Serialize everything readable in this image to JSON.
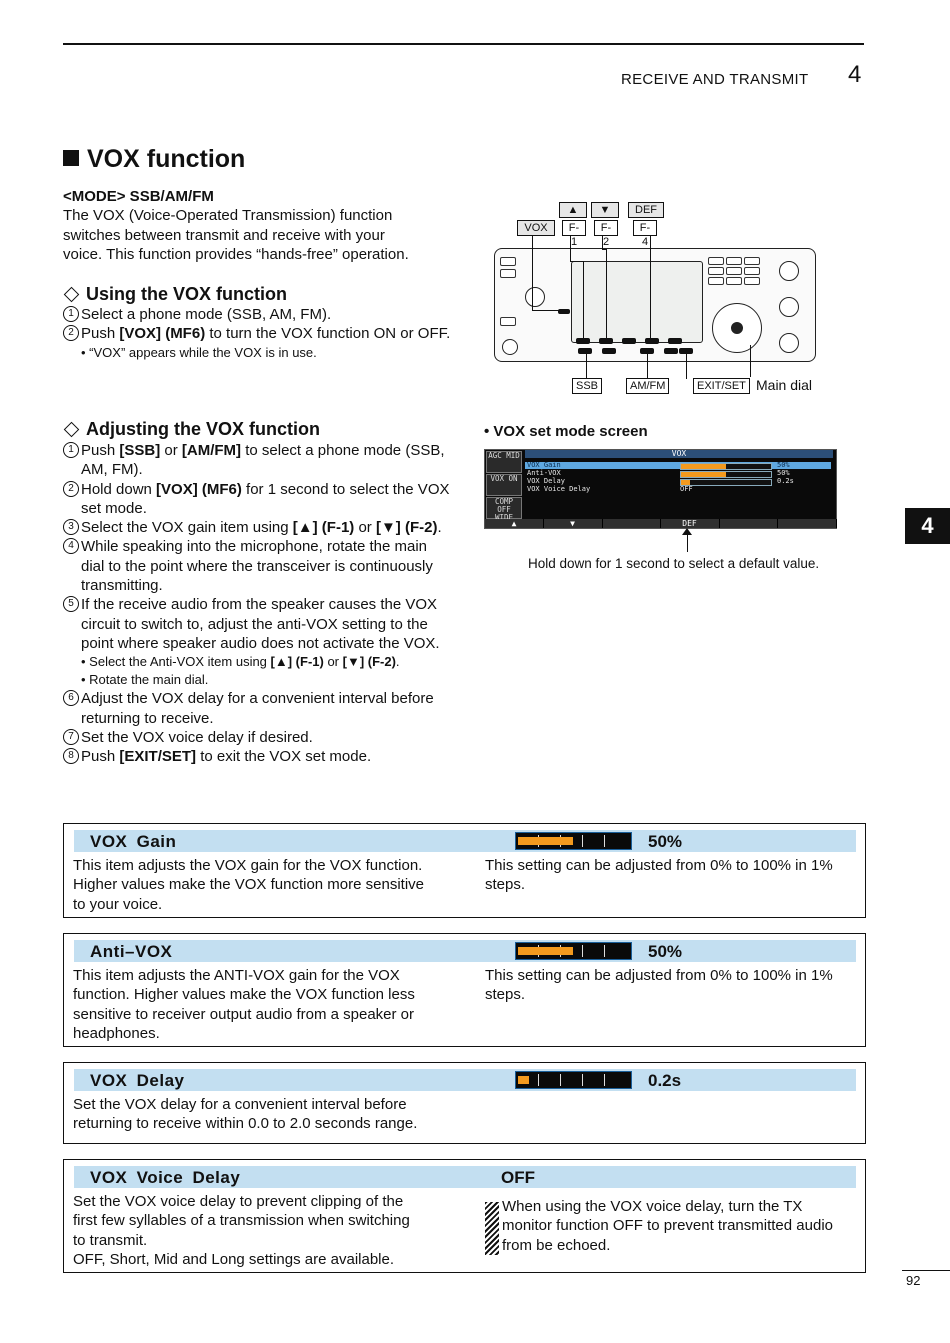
{
  "header": {
    "section_title": "RECEIVE AND TRANSMIT",
    "chapter_number": "4"
  },
  "side_tab": "4",
  "title": "VOX function",
  "mode_label": "<MODE> SSB/AM/FM",
  "intro": [
    "The VOX (Voice-Operated Transmission) function",
    "switches between transmit and receive with your",
    "voice. This function provides “hands-free” operation."
  ],
  "using": {
    "heading": "Using the VOX function",
    "steps": [
      {
        "num": "1",
        "parts": [
          {
            "t": "Select a phone mode (SSB, AM, FM)."
          }
        ]
      },
      {
        "num": "2",
        "parts": [
          {
            "t": "Push "
          },
          {
            "b": "[VOX] (MF6)"
          },
          {
            "t": " to turn the VOX function ON or OFF."
          }
        ]
      }
    ],
    "note": "• “VOX” appears while the VOX is in use."
  },
  "adjusting": {
    "heading": "Adjusting the VOX function",
    "steps": [
      {
        "num": "1",
        "parts": [
          {
            "t": "Push "
          },
          {
            "b": "[SSB]"
          },
          {
            "t": " or "
          },
          {
            "b": "[AM/FM]"
          },
          {
            "t": " to select a phone mode (SSB, AM, FM)."
          }
        ]
      },
      {
        "num": "2",
        "parts": [
          {
            "t": "Hold down "
          },
          {
            "b": "[VOX] (MF6)"
          },
          {
            "t": " for 1 second to select the VOX set mode."
          }
        ]
      },
      {
        "num": "3",
        "parts": [
          {
            "t": "Select the VOX gain item using "
          },
          {
            "b": "[▲] (F-1)"
          },
          {
            "t": " or "
          },
          {
            "b": "[▼] (F-2)"
          },
          {
            "t": "."
          }
        ]
      },
      {
        "num": "4",
        "parts": [
          {
            "t": "While speaking into the microphone, rotate the main dial to the point where the transceiver is continuously transmitting."
          }
        ]
      },
      {
        "num": "5",
        "parts": [
          {
            "t": "If the receive audio from the speaker causes the VOX circuit to switch to, adjust the anti-VOX setting to the point where speaker audio does not activate the VOX."
          }
        ],
        "notes": [
          [
            {
              "t": "• Select the Anti-VOX item using "
            },
            {
              "b": "[▲] (F-1)"
            },
            {
              "t": " or "
            },
            {
              "b": "[▼] (F-2)"
            },
            {
              "t": "."
            }
          ],
          [
            {
              "t": "• Rotate the main dial."
            }
          ]
        ]
      },
      {
        "num": "6",
        "parts": [
          {
            "t": "Adjust the VOX delay for a convenient interval before returning to receive."
          }
        ]
      },
      {
        "num": "7",
        "parts": [
          {
            "t": "Set the VOX voice delay if desired."
          }
        ]
      },
      {
        "num": "8",
        "parts": [
          {
            "t": "Push "
          },
          {
            "b": "[EXIT/SET]"
          },
          {
            "t": " to exit the VOX set mode."
          }
        ]
      }
    ]
  },
  "diagram": {
    "key_up": "▲",
    "key_down": "▼",
    "key_def": "DEF",
    "vox": "VOX",
    "f1": "F-1",
    "f2": "F-2",
    "f4": "F-4",
    "ssb": "SSB",
    "amfm": "AM/FM",
    "exitset": "EXIT/SET",
    "main_dial": "Main dial"
  },
  "screen": {
    "caption": "• VOX set mode screen",
    "title": "VOX",
    "side_buttons": [
      "AGC MID",
      "VOX ON",
      "COMP OFF WIDE"
    ],
    "rows": [
      {
        "label": "VOX Gain",
        "value": "50%",
        "level": 0.5
      },
      {
        "label": "Anti-VOX",
        "value": "50%",
        "level": 0.5
      },
      {
        "label": "VOX Delay",
        "value": "0.2s",
        "level": 0.1
      },
      {
        "label": "VOX Voice Delay",
        "value": "OFF"
      }
    ],
    "bottom": [
      "▲",
      "▼",
      "",
      "DEF",
      "",
      ""
    ],
    "hold_note": "Hold down for 1 second to select a default value."
  },
  "items": [
    {
      "name": "VOX  Gain",
      "value": "50%",
      "level": 0.5,
      "left": [
        "This item adjusts the VOX gain for the VOX function.",
        "Higher values make the VOX function more sensitive",
        "to your voice."
      ],
      "right": [
        "This setting can be adjusted from 0% to 100% in 1%",
        "steps."
      ]
    },
    {
      "name": "Anti–VOX",
      "value": "50%",
      "level": 0.5,
      "left": [
        "This item adjusts the ANTI-VOX gain for the VOX",
        "function. Higher values make the VOX function less",
        "sensitive to receiver output audio from a speaker or",
        "headphones."
      ],
      "right": [
        "This setting can be adjusted from 0% to 100% in 1%",
        "steps."
      ]
    },
    {
      "name": "VOX  Delay",
      "value": "0.2s",
      "level": 0.1,
      "left": [
        "Set the VOX delay for a convenient interval before",
        "returning to receive within 0.0 to 2.0 seconds range."
      ],
      "right": []
    },
    {
      "name": "VOX  Voice  Delay",
      "value": "OFF",
      "left": [
        "Set the VOX voice delay to prevent clipping of the",
        "first few syllables of a transmission when switching",
        "to transmit.",
        "OFF, Short, Mid and Long settings are available."
      ],
      "right": [
        "When using the VOX voice delay, turn the TX",
        "monitor function OFF to prevent transmitted audio",
        "from be echoed."
      ]
    }
  ],
  "page_number": "92"
}
